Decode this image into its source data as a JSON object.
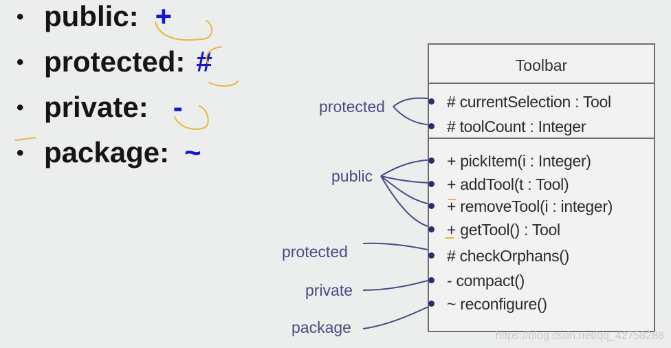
{
  "bullets": [
    {
      "label": "public:",
      "symbol": "+"
    },
    {
      "label": "protected:",
      "symbol": "#"
    },
    {
      "label": "private:",
      "symbol": "-"
    },
    {
      "label": "package:",
      "symbol": "~"
    }
  ],
  "class_box": {
    "name": "Toolbar",
    "attributes": [
      "# currentSelection : Tool",
      "# toolCount : Integer"
    ],
    "operations": [
      "+ pickItem(i : Integer)",
      "+ addTool(t : Tool)",
      "+ removeTool(i : integer)",
      "+ getTool() : Tool",
      "# checkOrphans()",
      "- compact()",
      "~ reconfigure()"
    ]
  },
  "labels": {
    "protected_attr": "protected",
    "public_ops": "public",
    "protected_op": "protected",
    "private_op": "private",
    "package_op": "package"
  },
  "watermark": "https://blog.csdn.net/qq_42758288",
  "colors": {
    "symbol": "#1515d6",
    "label": "#4a4a86",
    "annotation": "#e8b83a"
  }
}
